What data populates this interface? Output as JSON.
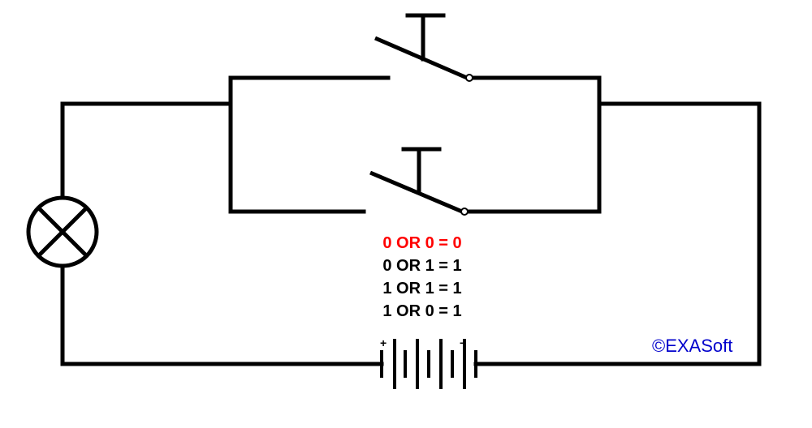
{
  "truth_table": {
    "rows": [
      {
        "text": "0 OR 0 = 0",
        "active": true
      },
      {
        "text": "0 OR 1 = 1",
        "active": false
      },
      {
        "text": "1 OR 1 = 1",
        "active": false
      },
      {
        "text": "1 OR 0 = 1",
        "active": false
      }
    ]
  },
  "battery": {
    "positive_sign": "+",
    "negative_sign": "−"
  },
  "copyright": "©EXASoft",
  "colors": {
    "active_row": "#ff0000",
    "inactive_row": "#000000",
    "copyright": "#0000cc",
    "wire": "#000000"
  }
}
